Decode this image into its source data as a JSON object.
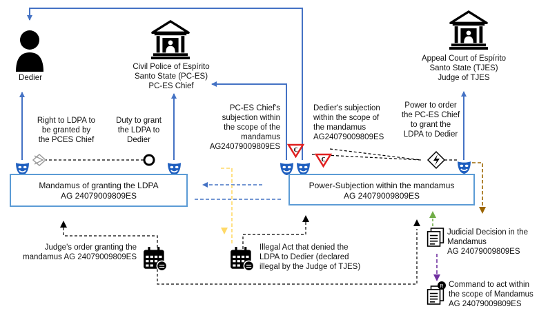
{
  "actors": {
    "dedier": "Dedier",
    "police": [
      "Civil Police of Espírito",
      "Santo State (PC-ES)",
      "PC-ES Chief"
    ],
    "court": [
      "Appeal Court of Espírito",
      "Santo State (TJES)",
      "Judge of TJES"
    ]
  },
  "relations": {
    "right": [
      "Right to LDPA to",
      "be granted by",
      "the PCES Chief"
    ],
    "duty": [
      "Duty to grant",
      "the LDPA to",
      "Dedier"
    ],
    "chief_subjection": [
      "PC-ES Chief's",
      "subjection within",
      "the scope of the",
      "mandamus",
      "AG24079009809ES"
    ],
    "dedier_subjection": [
      "Dedier's subjection",
      "within the scope of",
      "the mandamus",
      "AG24079009809ES"
    ],
    "power": [
      "Power to order",
      "the PC-ES Chief",
      "to grant the",
      "LDPA to Dedier"
    ]
  },
  "boxes": {
    "mandamus": [
      "Mandamus of granting the LDPA",
      "AG 24079009809ES"
    ],
    "power_subjection": [
      "Power-Subjection within the mandamus",
      "AG 24079009809ES"
    ]
  },
  "events": {
    "judge_order": [
      "Judge's order granting the",
      "mandamus AG 24079009809ES"
    ],
    "illegal_act": [
      "Illegal Act that denied the",
      "LDPA to Dedier (declared",
      "illegal by the Judge of TJES)"
    ],
    "judicial_decision": [
      "Judicial Decision in the",
      "Mandamus",
      "AG 24079009809ES"
    ],
    "command": [
      "Command to act within",
      "the scope of Mandamus",
      "AG 24079009809ES"
    ]
  },
  "colors": {
    "blue": "#4472c4",
    "box_border": "#5b9bd5",
    "mask": "#1f5fbf",
    "yellow": "#ffd966",
    "green": "#70ad47",
    "purple": "#7030a0",
    "brown": "#9c6500",
    "red": "#e02020"
  }
}
